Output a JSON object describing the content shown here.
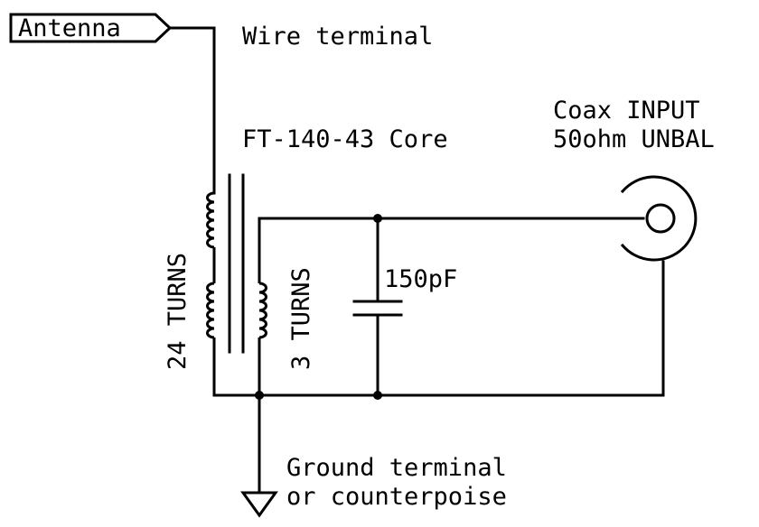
{
  "labels": {
    "antenna": "Antenna",
    "wire_terminal": "Wire terminal",
    "core": "FT-140-43 Core",
    "coax_line1": "Coax INPUT",
    "coax_line2": "50ohm UNBAL",
    "primary_turns": "24 TURNS",
    "secondary_turns": "3 TURNS",
    "capacitor": "150pF",
    "ground_line1": "Ground terminal",
    "ground_line2": "or counterpoise"
  },
  "colors": {
    "line": "#000000",
    "background": "#ffffff"
  }
}
